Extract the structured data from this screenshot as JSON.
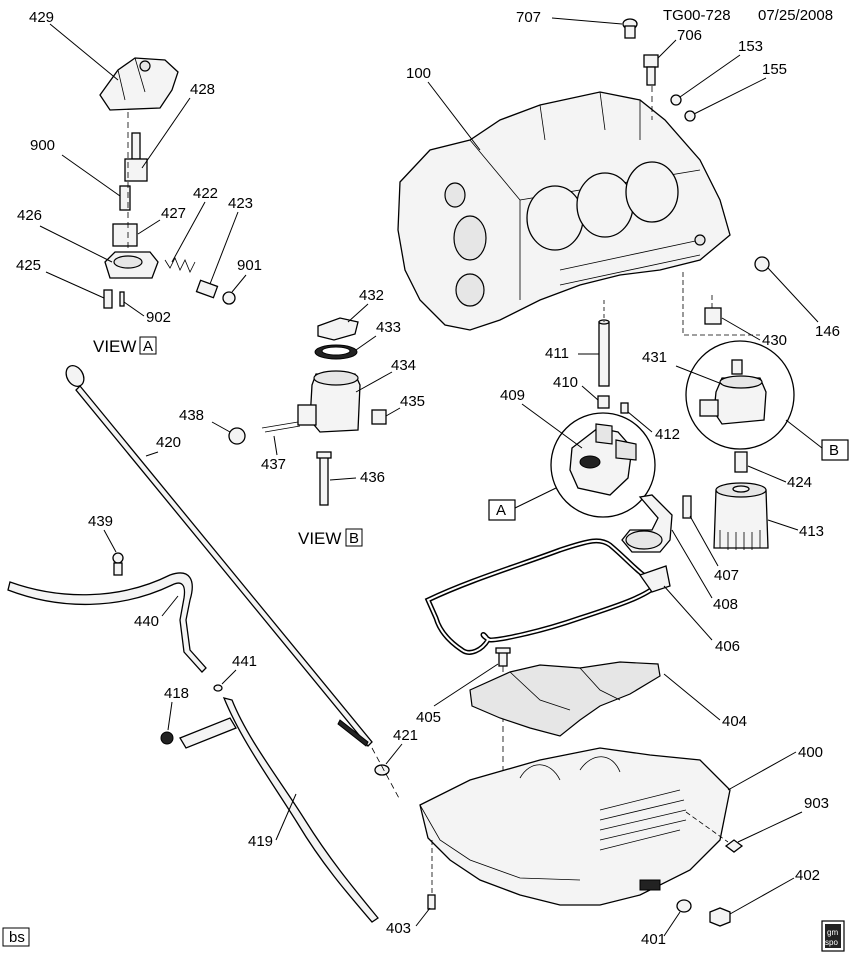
{
  "header": {
    "code": "TG00-728",
    "date": "07/25/2008"
  },
  "views": {
    "a": {
      "text": "VIEW",
      "letter": "A"
    },
    "b": {
      "text": "VIEW",
      "letter": "B"
    }
  },
  "callout_boxes": {
    "a": "A",
    "b": "B"
  },
  "corner": {
    "left": "bs",
    "right_top": "gm",
    "right_bottom": "spo"
  },
  "labels": {
    "l707": "707",
    "l706": "706",
    "l153": "153",
    "l155": "155",
    "l100": "100",
    "l429": "429",
    "l428": "428",
    "l900": "900",
    "l422": "422",
    "l423": "423",
    "l426": "426",
    "l427": "427",
    "l425": "425",
    "l901": "901",
    "l902": "902",
    "l432": "432",
    "l433": "433",
    "l434": "434",
    "l435": "435",
    "l438": "438",
    "l437": "437",
    "l436": "436",
    "l420": "420",
    "l439": "439",
    "l440": "440",
    "l441": "441",
    "l418": "418",
    "l419": "419",
    "l421": "421",
    "l146": "146",
    "l430": "430",
    "l431": "431",
    "l411": "411",
    "l410": "410",
    "l409": "409",
    "l412": "412",
    "l424": "424",
    "l413": "413",
    "l407": "407",
    "l408": "408",
    "l406": "406",
    "l405": "405",
    "l404": "404",
    "l400": "400",
    "l903": "903",
    "l402": "402",
    "l403": "403",
    "l401": "401"
  }
}
